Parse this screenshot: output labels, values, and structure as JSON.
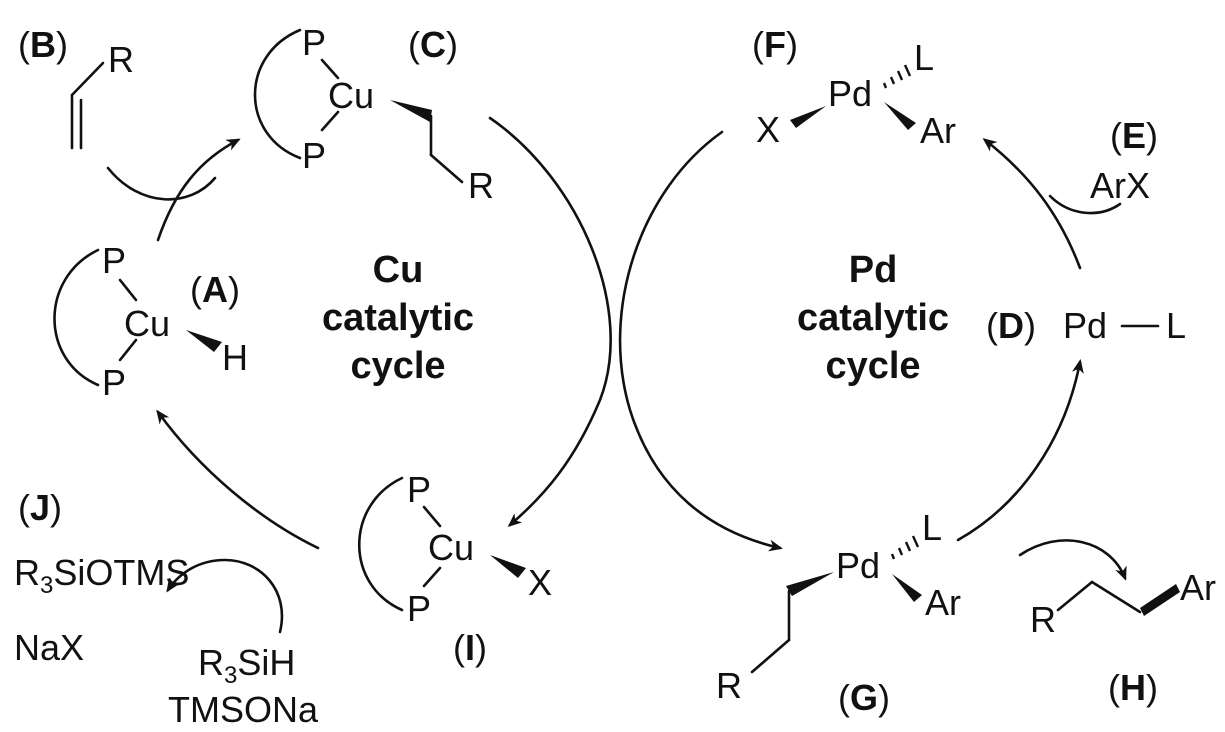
{
  "cycles": {
    "cu": {
      "title_line1": "Cu",
      "title_line2": "catalytic",
      "title_line3": "cycle"
    },
    "pd": {
      "title_line1": "Pd",
      "title_line2": "catalytic",
      "title_line3": "cycle"
    }
  },
  "labels": {
    "A": "A",
    "B": "B",
    "C": "C",
    "D": "D",
    "E": "E",
    "F": "F",
    "G": "G",
    "H": "H",
    "I": "I",
    "J": "J"
  },
  "atoms": {
    "P": "P",
    "Cu": "Cu",
    "Pd": "Pd",
    "H": "H",
    "R": "R",
    "L": "L",
    "X": "X",
    "Ar": "Ar"
  },
  "reagents": {
    "E": "ArX",
    "J_line1_pre": "R",
    "J_line1_sub": "3",
    "J_line1_post": "SiOTMS",
    "J_line2": "NaX",
    "silane_pre": "R",
    "silane_sub": "3",
    "silane_post": "SiH",
    "base": "TMSONa"
  },
  "colors": {
    "ink": "#111111",
    "background": "#ffffff"
  }
}
